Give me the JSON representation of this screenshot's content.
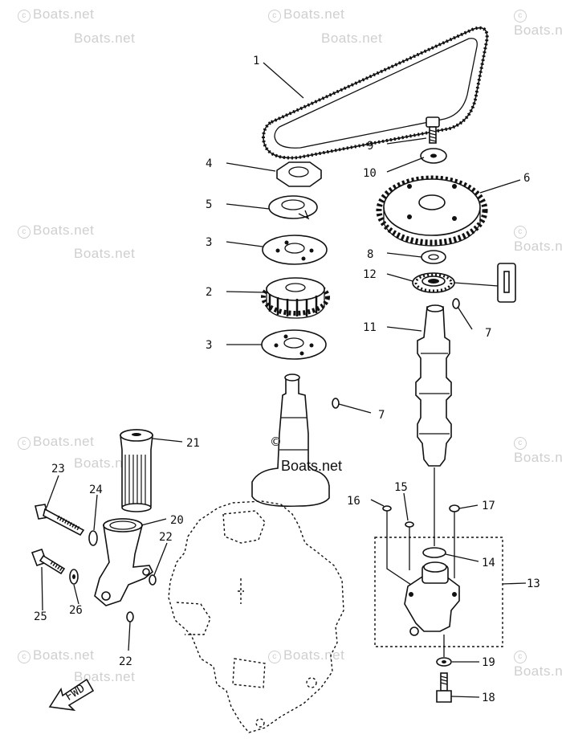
{
  "watermark": "Boats.net",
  "center_watermark": "Boats.net",
  "copyright_symbol": "©",
  "fwd_label": "FWD",
  "callouts": {
    "c1": "1",
    "c2": "2",
    "c3a": "3",
    "c3b": "3",
    "c4": "4",
    "c5": "5",
    "c6": "6",
    "c7a": "7",
    "c7b": "7",
    "c8": "8",
    "c9": "9",
    "c10": "10",
    "c11": "11",
    "c12": "12",
    "c13": "13",
    "c14": "14",
    "c15": "15",
    "c16": "16",
    "c17": "17",
    "c18": "18",
    "c19": "19",
    "c20": "20",
    "c21": "21",
    "c22a": "22",
    "c22b": "22",
    "c23": "23",
    "c24": "24",
    "c25": "25",
    "c26": "26"
  }
}
